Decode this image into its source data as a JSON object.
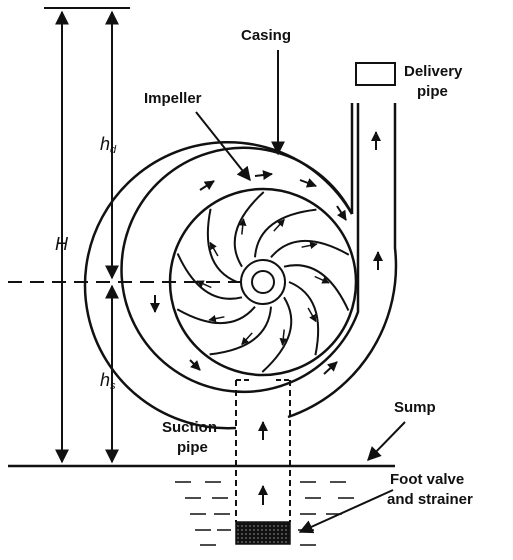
{
  "labels": {
    "casing": "Casing",
    "impeller": "Impeller",
    "delivery_line1": "Delivery",
    "delivery_line2": "pipe",
    "suction_line1": "Suction",
    "suction_line2": "pipe",
    "sump": "Sump",
    "foot_line1": "Foot valve",
    "foot_line2": "and strainer"
  },
  "dimensions": {
    "total_head": "H",
    "delivery_head_main": "h",
    "delivery_head_sub": "d",
    "suction_head_main": "h",
    "suction_head_sub": "s"
  },
  "impeller": {
    "vane_count": 10
  }
}
